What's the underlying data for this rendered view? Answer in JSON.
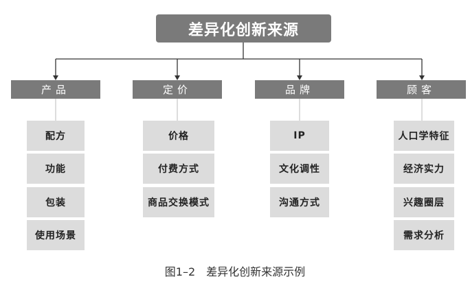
{
  "root": {
    "label": "差异化创新来源"
  },
  "categories": [
    {
      "label": "产品",
      "items": [
        "配方",
        "功能",
        "包装",
        "使用场景"
      ]
    },
    {
      "label": "定价",
      "items": [
        "价格",
        "付费方式",
        "商品交换模式"
      ]
    },
    {
      "label": "品牌",
      "items": [
        "IP",
        "文化调性",
        "沟通方式"
      ]
    },
    {
      "label": "顾客",
      "items": [
        "人口学特征",
        "经济实力",
        "兴趣圈层",
        "需求分析"
      ]
    }
  ],
  "caption": {
    "number": "图1–2",
    "title": "差异化创新来源示例"
  },
  "colors": {
    "box_dark": "#7a7a7a",
    "box_light": "#dcdcdc",
    "line": "#333333",
    "connector_light": "#bbbbbb"
  }
}
